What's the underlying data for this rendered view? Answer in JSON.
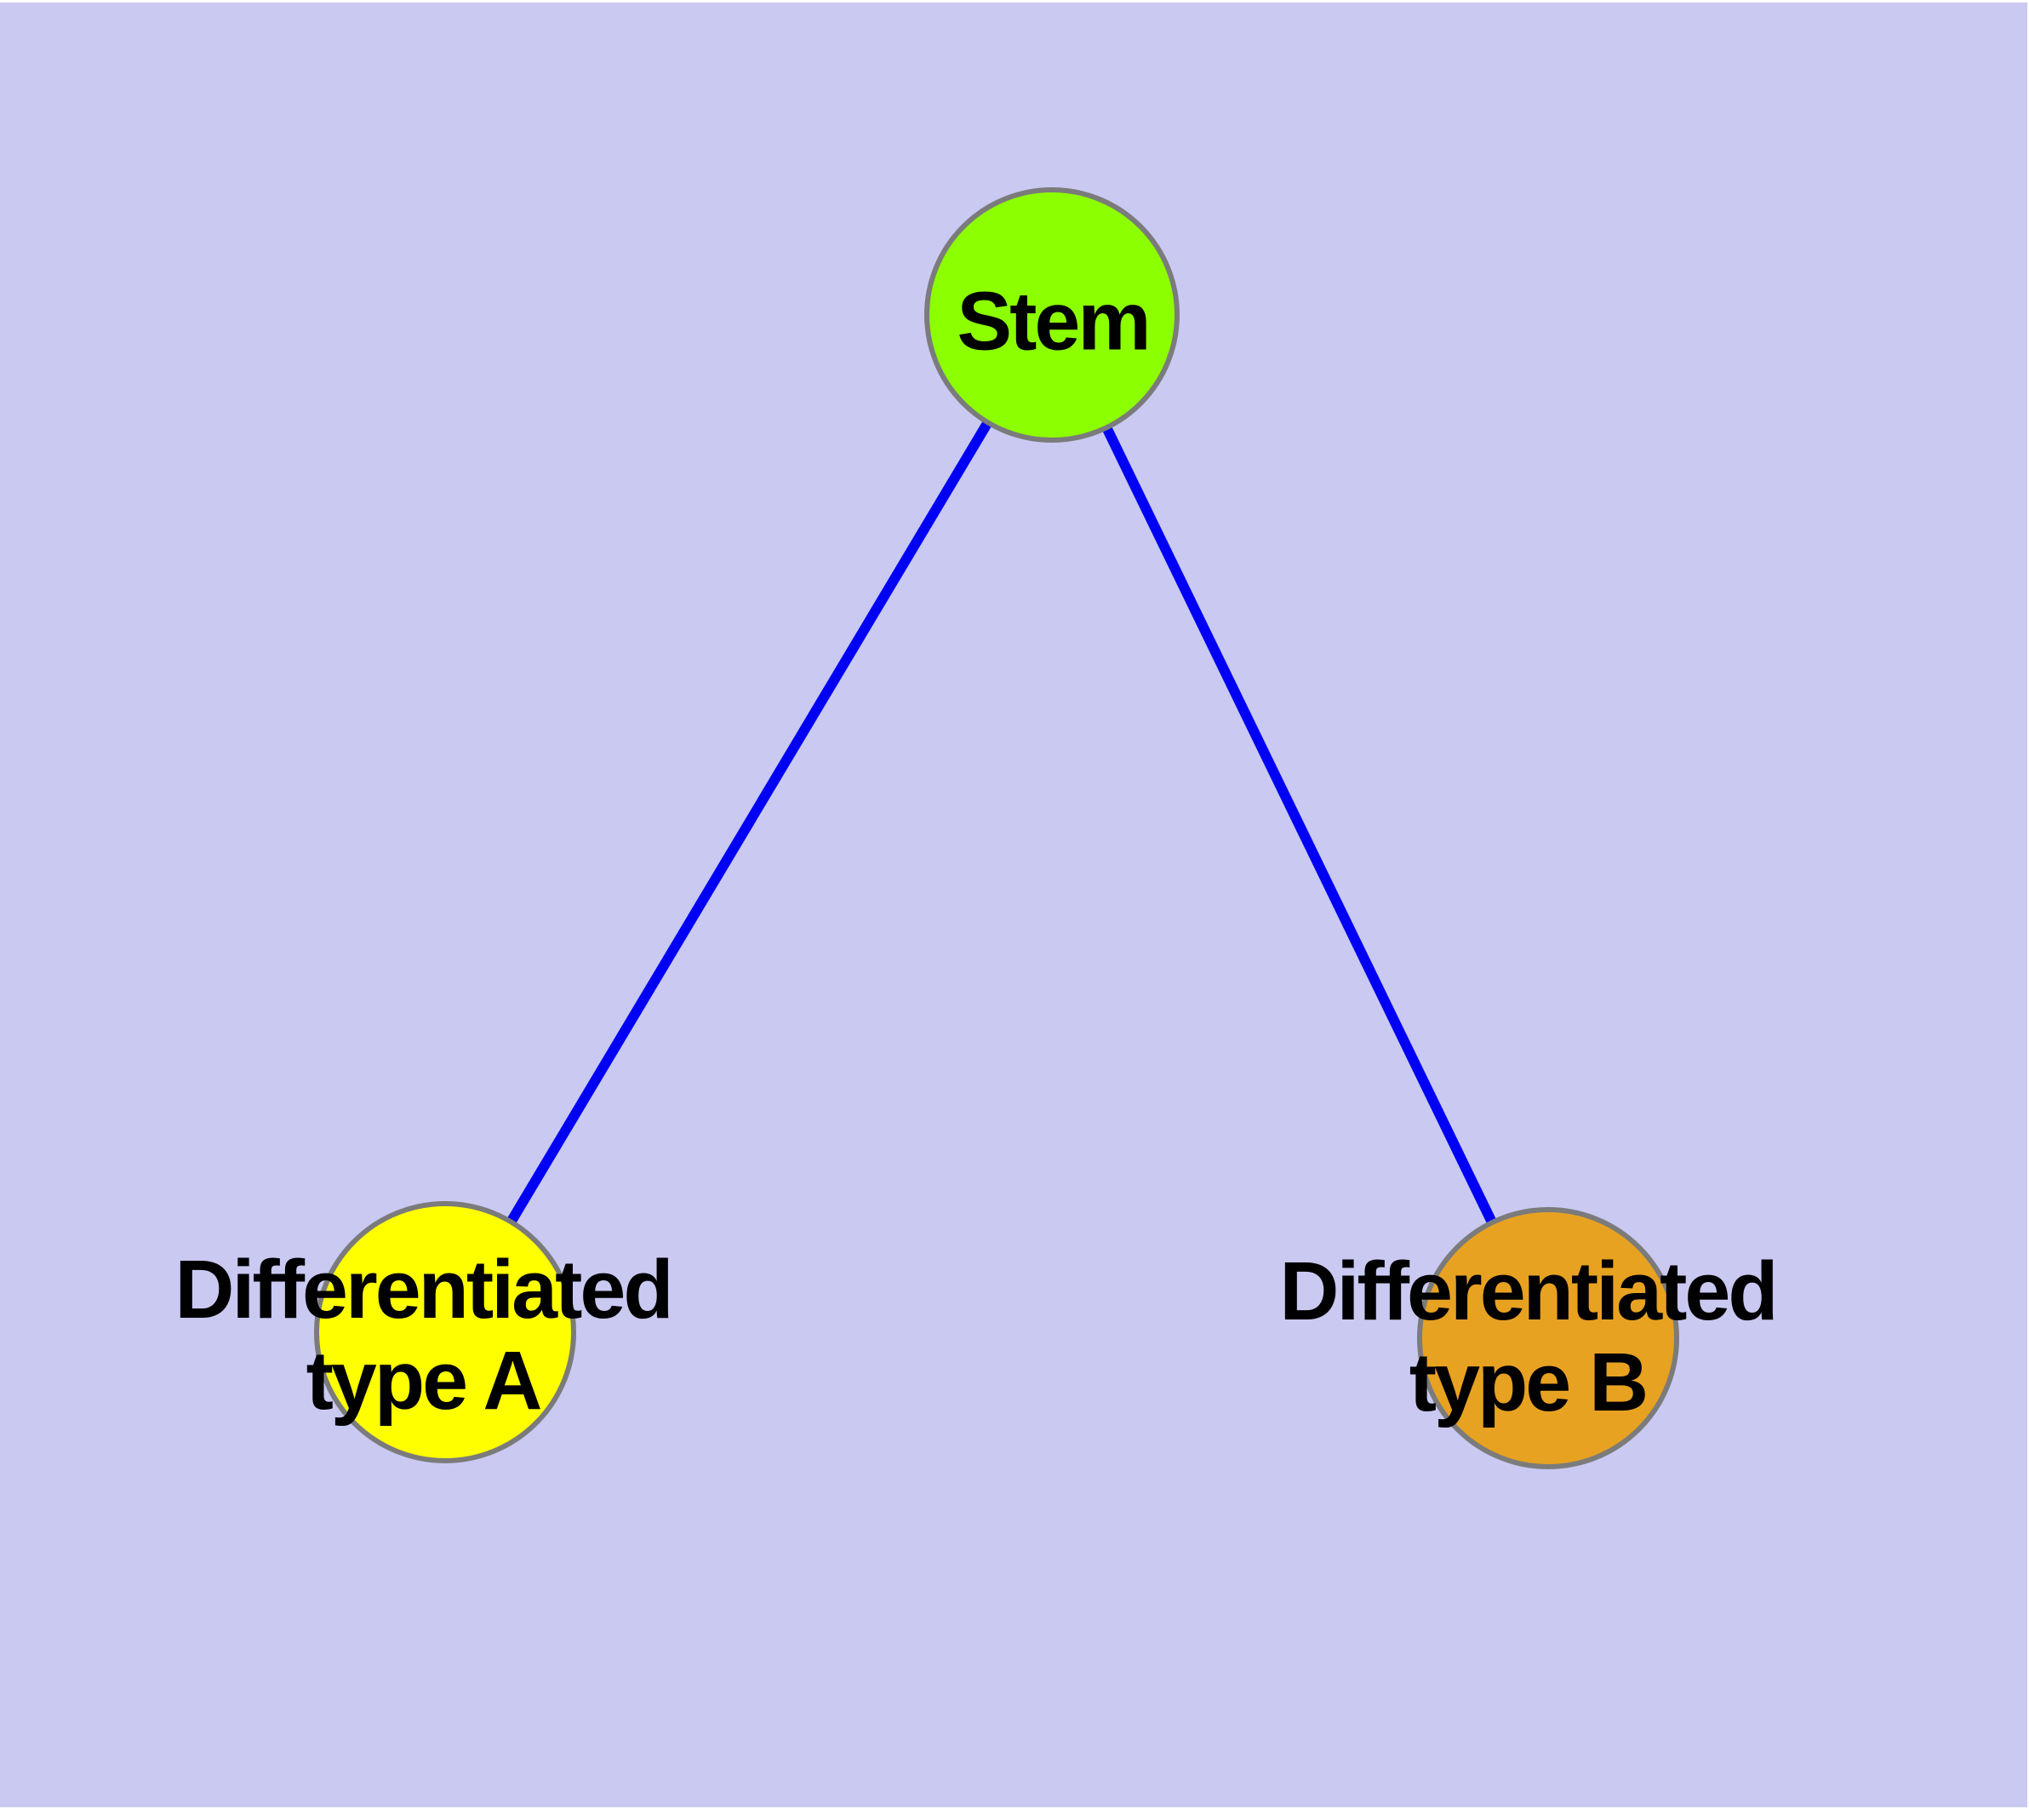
{
  "diagram": {
    "title": "",
    "type": "node-link-graph",
    "background_color": "#C9C9F2",
    "edge_color": "#0000F5",
    "node_border_color": "#7B7B7B",
    "nodes": [
      {
        "id": "stem",
        "label": "Stem",
        "label_line1": "Stem",
        "label_line2": "",
        "fill": "#8CFF00"
      },
      {
        "id": "type-a",
        "label": "Differentiated type A",
        "label_line1": "Differentiated",
        "label_line2": "type A",
        "fill": "#FFFF00"
      },
      {
        "id": "type-b",
        "label": "Differentiated type B",
        "label_line1": "Differentiated",
        "label_line2": "type B",
        "fill": "#E8A221"
      }
    ],
    "edges": [
      {
        "from": "Stem",
        "to": "Differentiated type A"
      },
      {
        "from": "Stem",
        "to": "Differentiated type B"
      }
    ]
  }
}
